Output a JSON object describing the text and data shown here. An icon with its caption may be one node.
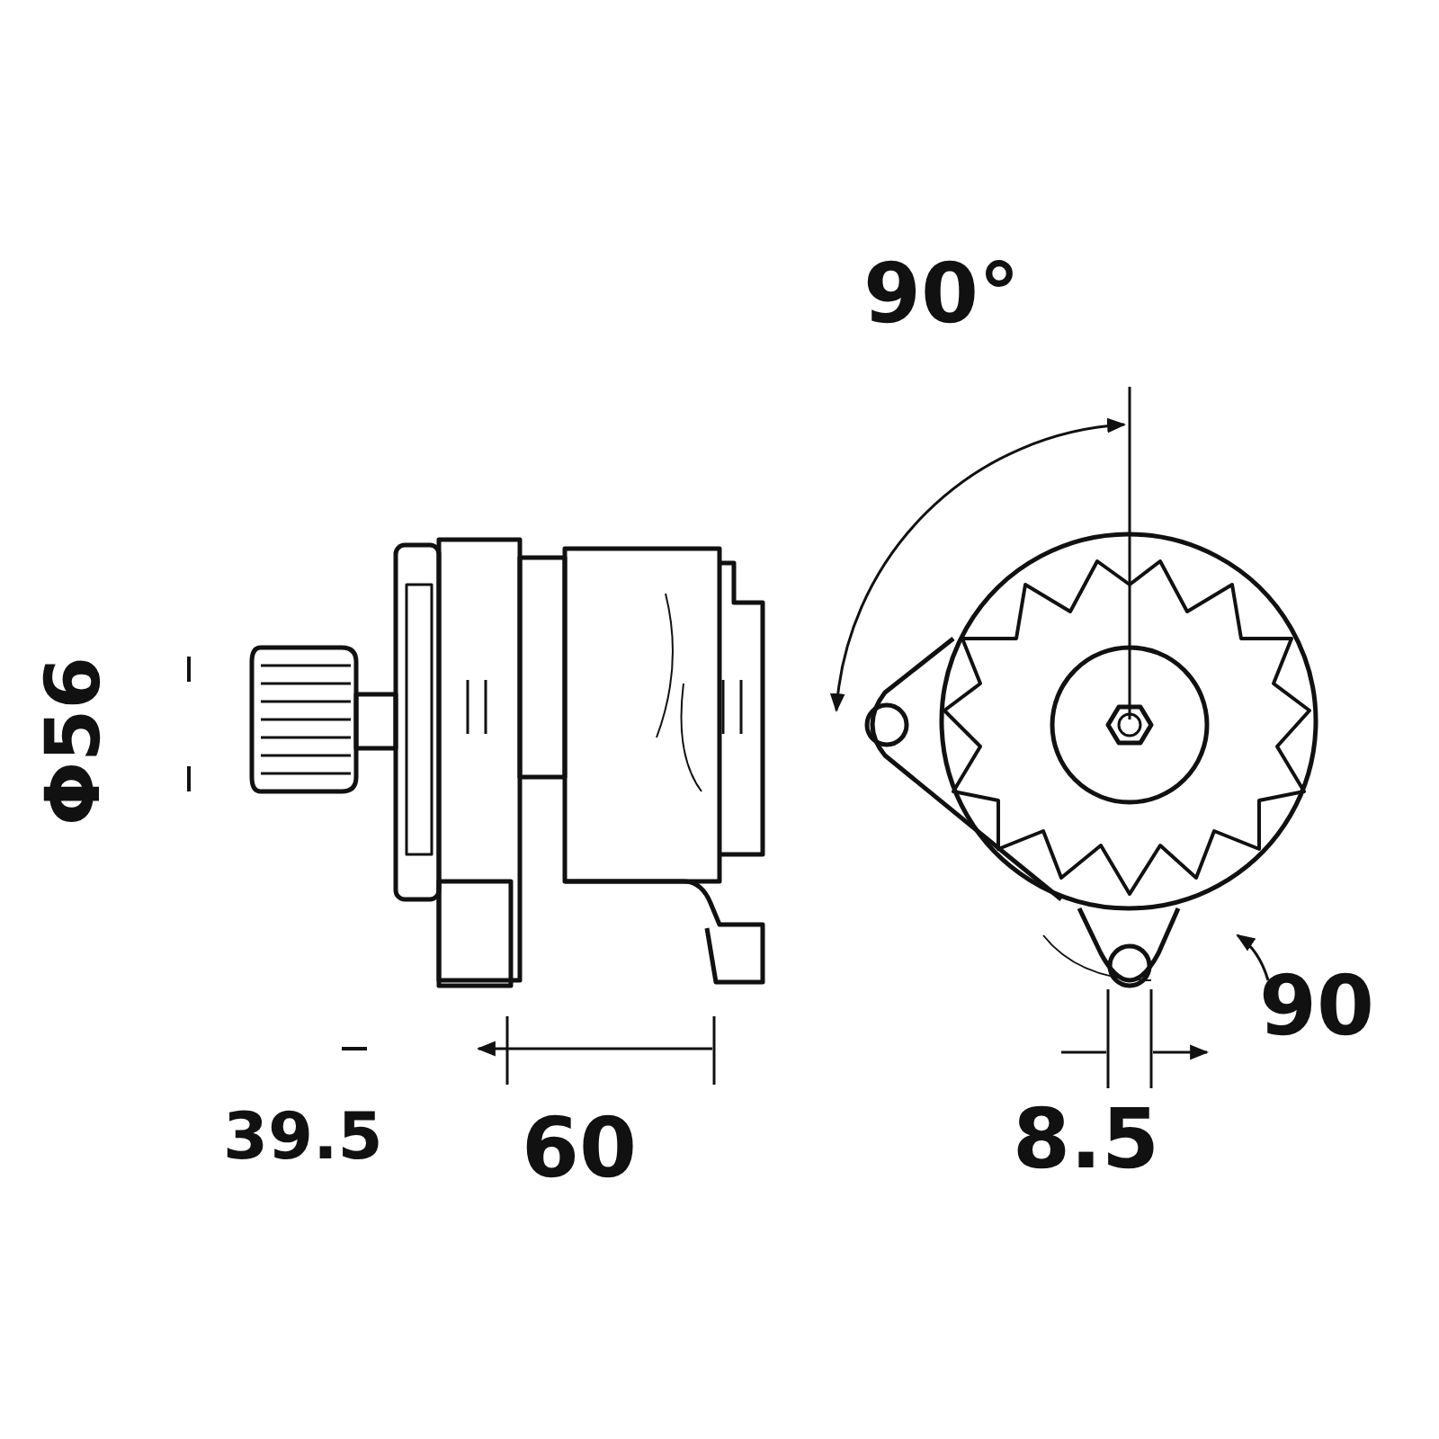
{
  "diagram": {
    "labels": [
      "Φ56",
      "90°",
      "39.5",
      "60",
      "8.5",
      "90"
    ]
  }
}
